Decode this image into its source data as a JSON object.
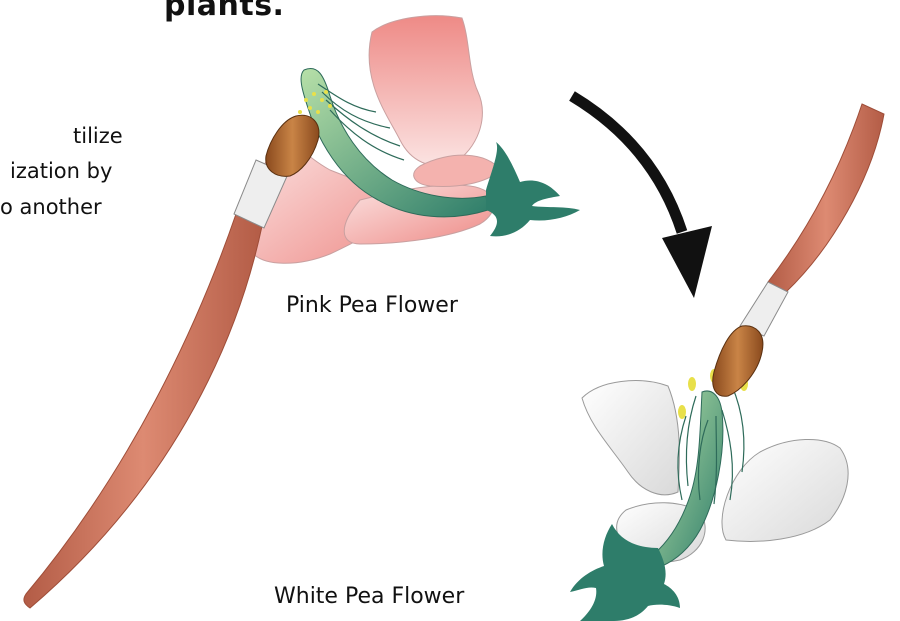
{
  "heading": "plants.",
  "body_lines": [
    "tilize",
    "ization by",
    "o another"
  ],
  "labels": {
    "pink_flower": "Pink Pea Flower",
    "white_flower": "White Pea Flower"
  },
  "colors": {
    "pink_petal": "#ee8a86",
    "pink_petal_light": "#fbe3e2",
    "white_petal": "#eeeeee",
    "stem_dark": "#2e7d6a",
    "stem_light": "#9fd39a",
    "brush_handle": "#c8705a",
    "brush_ferrule": "#e6e6e6",
    "brush_tip": "#a8602e",
    "pollen": "#e8e04a",
    "arrow": "#111111"
  }
}
